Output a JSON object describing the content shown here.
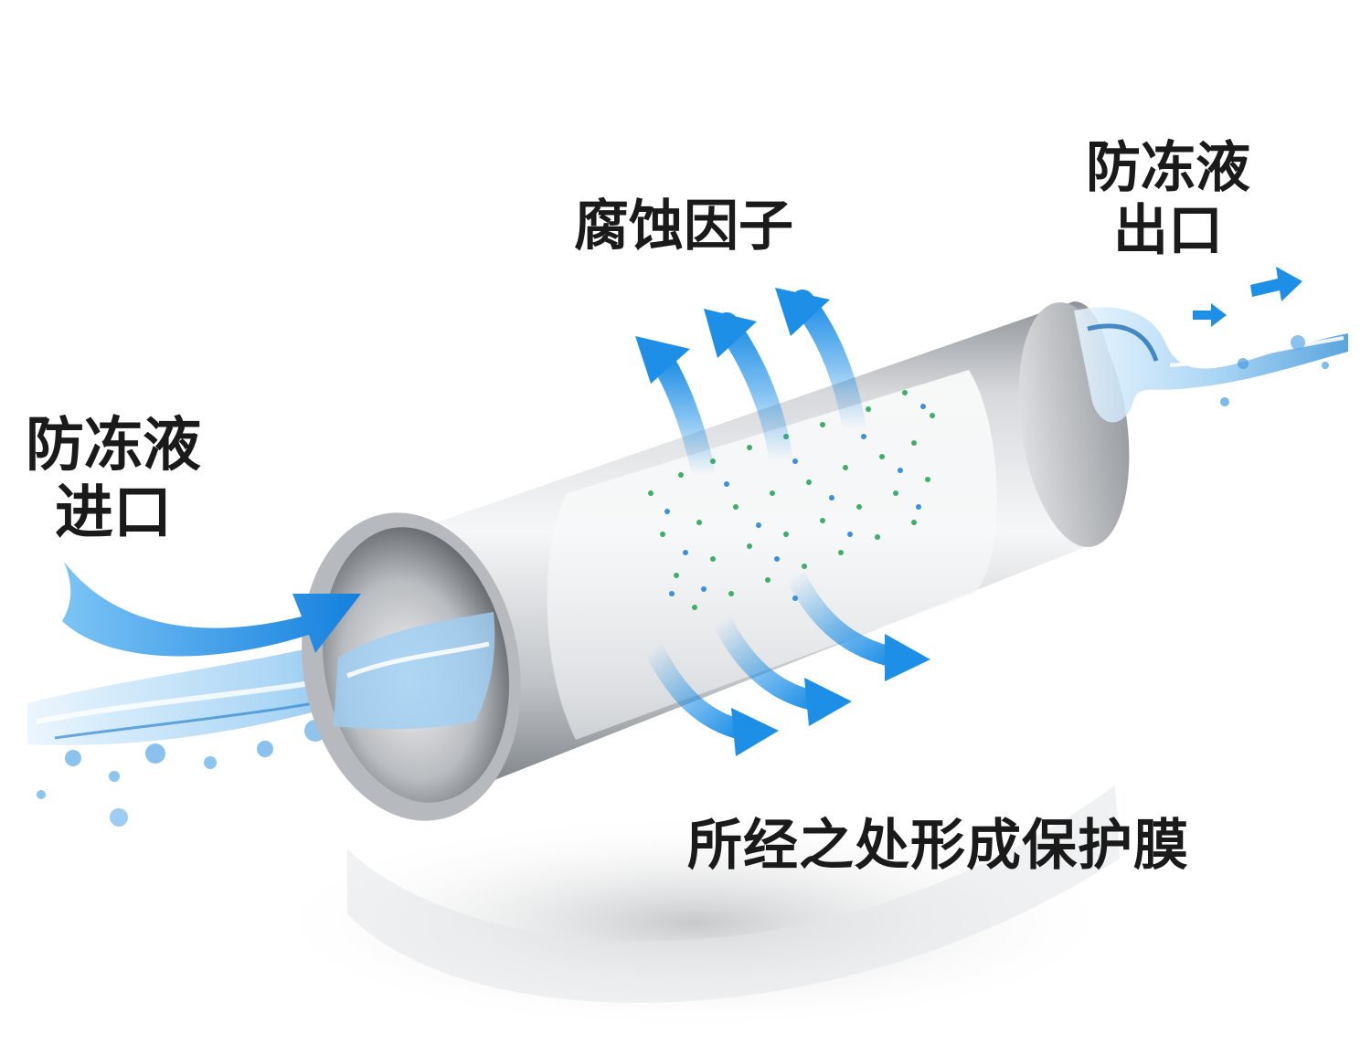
{
  "labels": {
    "inlet_line1": "防冻液",
    "inlet_line2": "进口",
    "outlet_line1": "防冻液",
    "outlet_line2": "出口",
    "corrosion": "腐蚀因子",
    "protective_film": "所经之处形成保护膜"
  },
  "colors": {
    "arrow_blue": "#1e8fe6",
    "pipe_silver": "#c9ccd0",
    "water_light": "#d9ecfb",
    "dot_green": "#3fae6a",
    "dot_blue": "#3a8fe0",
    "text": "#1a1a1a"
  }
}
